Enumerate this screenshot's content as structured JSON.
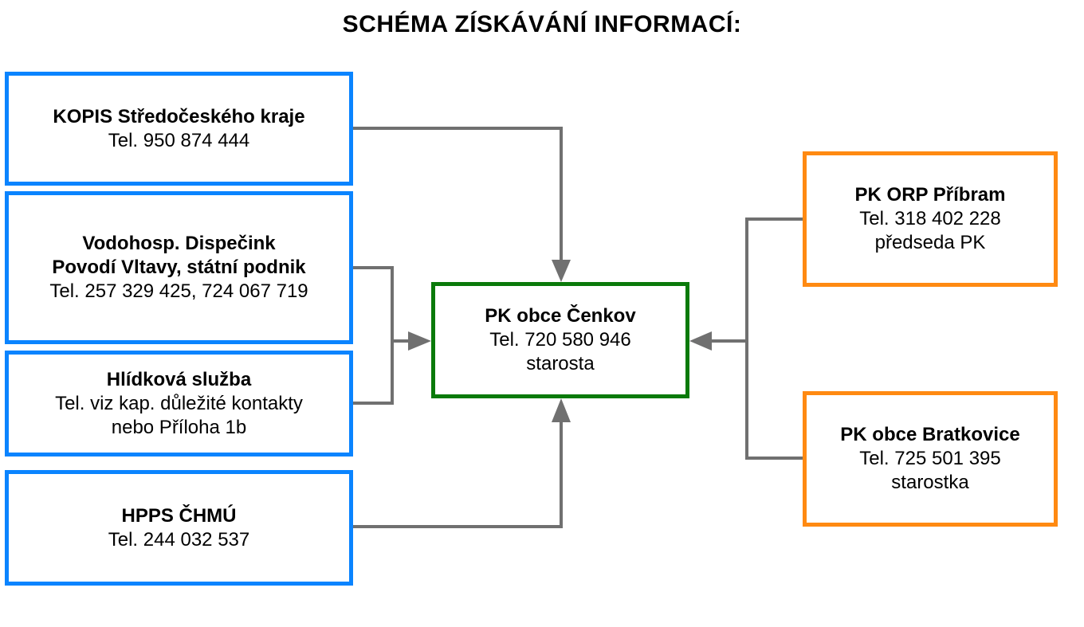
{
  "title": "SCHÉMA ZÍSKÁVÁNÍ INFORMACÍ:",
  "colors": {
    "source_border": "#0a84ff",
    "center_border": "#0a7a0a",
    "neighbor_border": "#ff8a12",
    "connector": "#707070"
  },
  "nodes": {
    "kopis": {
      "name": "KOPIS Středočeského kraje",
      "detail": "Tel. 950 874 444"
    },
    "povodi": {
      "name": "Vodohosp. Dispečink\nPovodí Vltavy, státní podnik",
      "detail": "Tel. 257 329 425, 724 067 719"
    },
    "hlidkova": {
      "name": "Hlídková služba",
      "detail": "Tel. viz kap. důležité kontakty\nnebo Příloha 1b"
    },
    "hpps": {
      "name": "HPPS ČHMÚ",
      "detail": "Tel. 244 032 537"
    },
    "center": {
      "name": "PK obce Čenkov",
      "detail": "Tel. 720 580 946\nstarosta"
    },
    "orp": {
      "name": "PK ORP Příbram",
      "detail": "Tel. 318 402 228\npředseda PK"
    },
    "bratkovice": {
      "name": "PK obce Bratkovice",
      "detail": "Tel. 725 501 395\nstarostka"
    }
  },
  "edges": [
    {
      "from": "kopis",
      "to": "center"
    },
    {
      "from": "povodi",
      "to": "center"
    },
    {
      "from": "hlidkova",
      "to": "center"
    },
    {
      "from": "hpps",
      "to": "center"
    },
    {
      "from": "orp",
      "to": "center"
    },
    {
      "from": "bratkovice",
      "to": "center"
    }
  ]
}
